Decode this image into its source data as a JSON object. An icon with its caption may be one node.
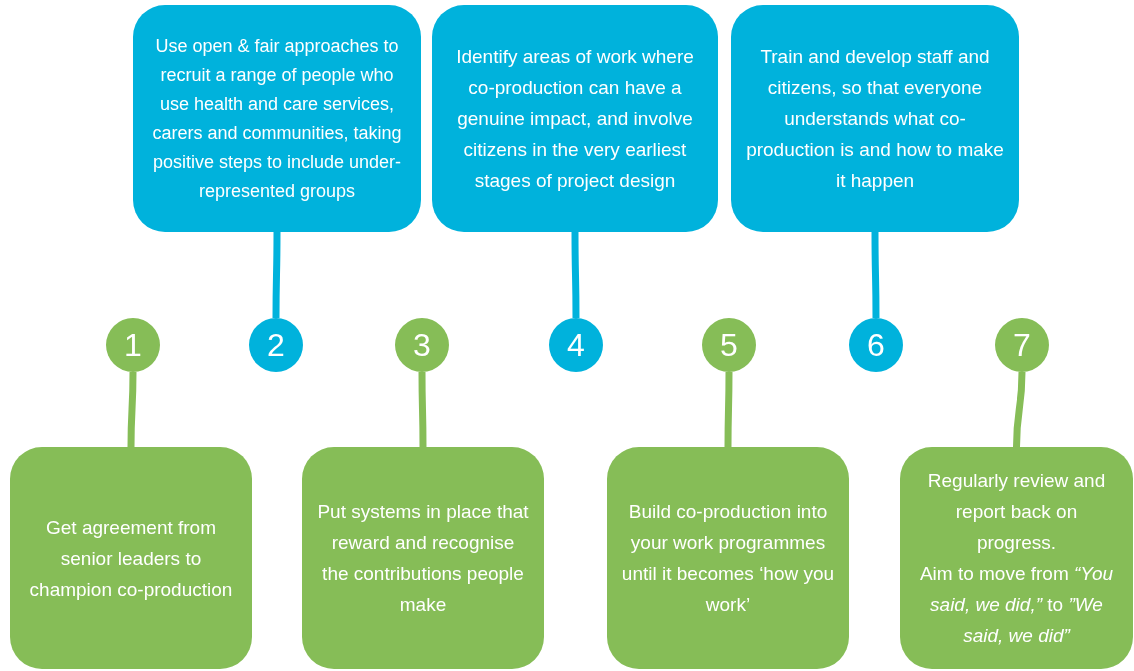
{
  "diagram": {
    "nodes": [
      {
        "text": [
          "Use open & fair approaches to recruit a range of people who use health and care services, carers and communities, taking positive steps to include under-represented groups"
        ]
      },
      {
        "text": [
          "Identify areas of work where co-production can have a genuine impact, and involve citizens in the very earliest stages of project design"
        ]
      },
      {
        "text": [
          "Train and develop staff and citizens, so that everyone understands what co-production is and how to make it happen"
        ]
      },
      {
        "text": [
          "1"
        ]
      },
      {
        "text": [
          "2"
        ]
      },
      {
        "text": [
          "3"
        ]
      },
      {
        "text": [
          "4"
        ]
      },
      {
        "text": [
          "5"
        ]
      },
      {
        "text": [
          "6"
        ]
      },
      {
        "text": [
          "7"
        ]
      },
      {
        "text": [
          "Get agreement from senior leaders to champion co-production"
        ]
      },
      {
        "text": [
          "Put systems in place that reward and recognise the contributions people make"
        ]
      },
      {
        "text": [
          "Build co-production into your work programmes until it becomes ‘how you work’"
        ]
      },
      {
        "text": [
          "Regularly review and report back on progress.",
          "Aim to move from *“You said, we did,”* to *”We said, we did”*"
        ]
      }
    ],
    "edges": [
      {
        "from": 4,
        "to": 0,
        "arrow": "none",
        "color": "#00b2dc"
      },
      {
        "from": 6,
        "to": 1,
        "arrow": "none",
        "color": "#00b2dc"
      },
      {
        "from": 8,
        "to": 2,
        "arrow": "none",
        "color": "#00b2dc"
      },
      {
        "from": 3,
        "to": 10,
        "arrow": "none"
      },
      {
        "from": 5,
        "to": 11,
        "arrow": "none"
      },
      {
        "from": 7,
        "to": 12,
        "arrow": "none"
      },
      {
        "from": 9,
        "to": 13,
        "arrow": "none"
      }
    ]
  }
}
